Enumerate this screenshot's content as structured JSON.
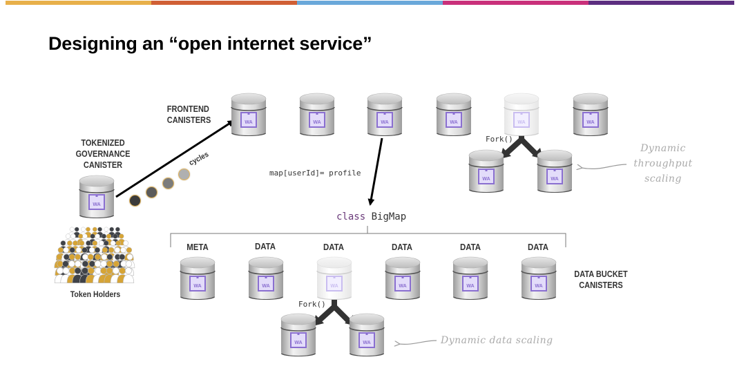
{
  "top_bar_colors": [
    "#e8b04a",
    "#d05f35",
    "#6aa8da",
    "#c9307a",
    "#5c2e80"
  ],
  "title": "Designing an “open internet service”",
  "governance": {
    "label_lines": [
      "TOKENIZED",
      "GOVERNANCE",
      "CANISTER"
    ],
    "canister_icon": "canister-wa-icon"
  },
  "token_holders": {
    "label": "Token Holders",
    "icon": "crowd-icon"
  },
  "cycles": {
    "label": "cycles",
    "coin_count": 4,
    "coin_icon": "cycles-coin-icon"
  },
  "frontend": {
    "label_lines": [
      "FRONTEND",
      "CANISTERS"
    ],
    "canister_count": 6,
    "faded_index": 4,
    "fork_label": "Fork()",
    "fork_children": 2
  },
  "throughput_note": {
    "lines": [
      "Dynamic",
      "throughput",
      "scaling"
    ]
  },
  "map_expression": "map[userId]= profile",
  "bigmap": {
    "keyword": "class",
    "name": "BigMap",
    "bucket_labels": [
      "META",
      "DATA",
      "DATA",
      "DATA",
      "DATA",
      "DATA"
    ],
    "faded_index": 2,
    "fork_label": "Fork()",
    "fork_children": 2,
    "group_label_lines": [
      "DATA BUCKET",
      "CANISTERS"
    ]
  },
  "data_note": "Dynamic data scaling",
  "colors": {
    "keyword_purple": "#6a3a7a",
    "wa_purple": "#8a6fd0",
    "annotation_gray": "#a8a8a8",
    "label_dark": "#333333"
  },
  "canister_badge_text": "WA"
}
